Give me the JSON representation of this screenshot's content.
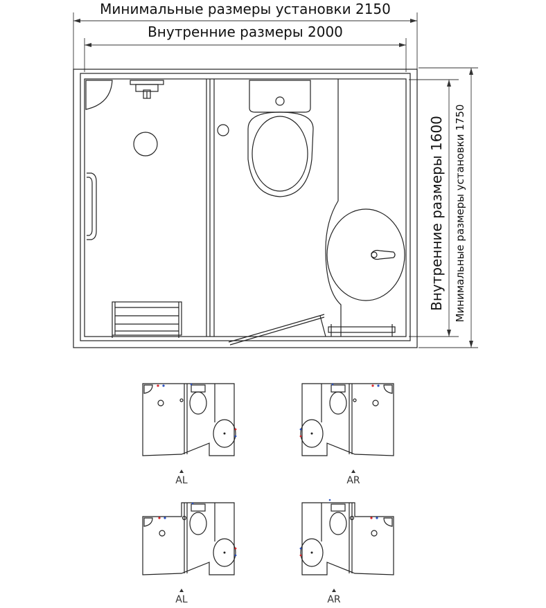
{
  "main_plan": {
    "min_install_width_label": "Минимальные размеры установки 2150",
    "inner_width_label": "Внутренние размеры 2000",
    "inner_depth_label": "Внутренние размеры 1600",
    "min_install_depth_label": "Минимальные размеры установки 1750"
  },
  "variants": [
    {
      "label": "AL"
    },
    {
      "label": "AR"
    },
    {
      "label": "AL"
    },
    {
      "label": "AR"
    }
  ],
  "colors": {
    "line": "#222222",
    "hot_water": "#d9262b",
    "cold_water": "#2a4fbf"
  }
}
